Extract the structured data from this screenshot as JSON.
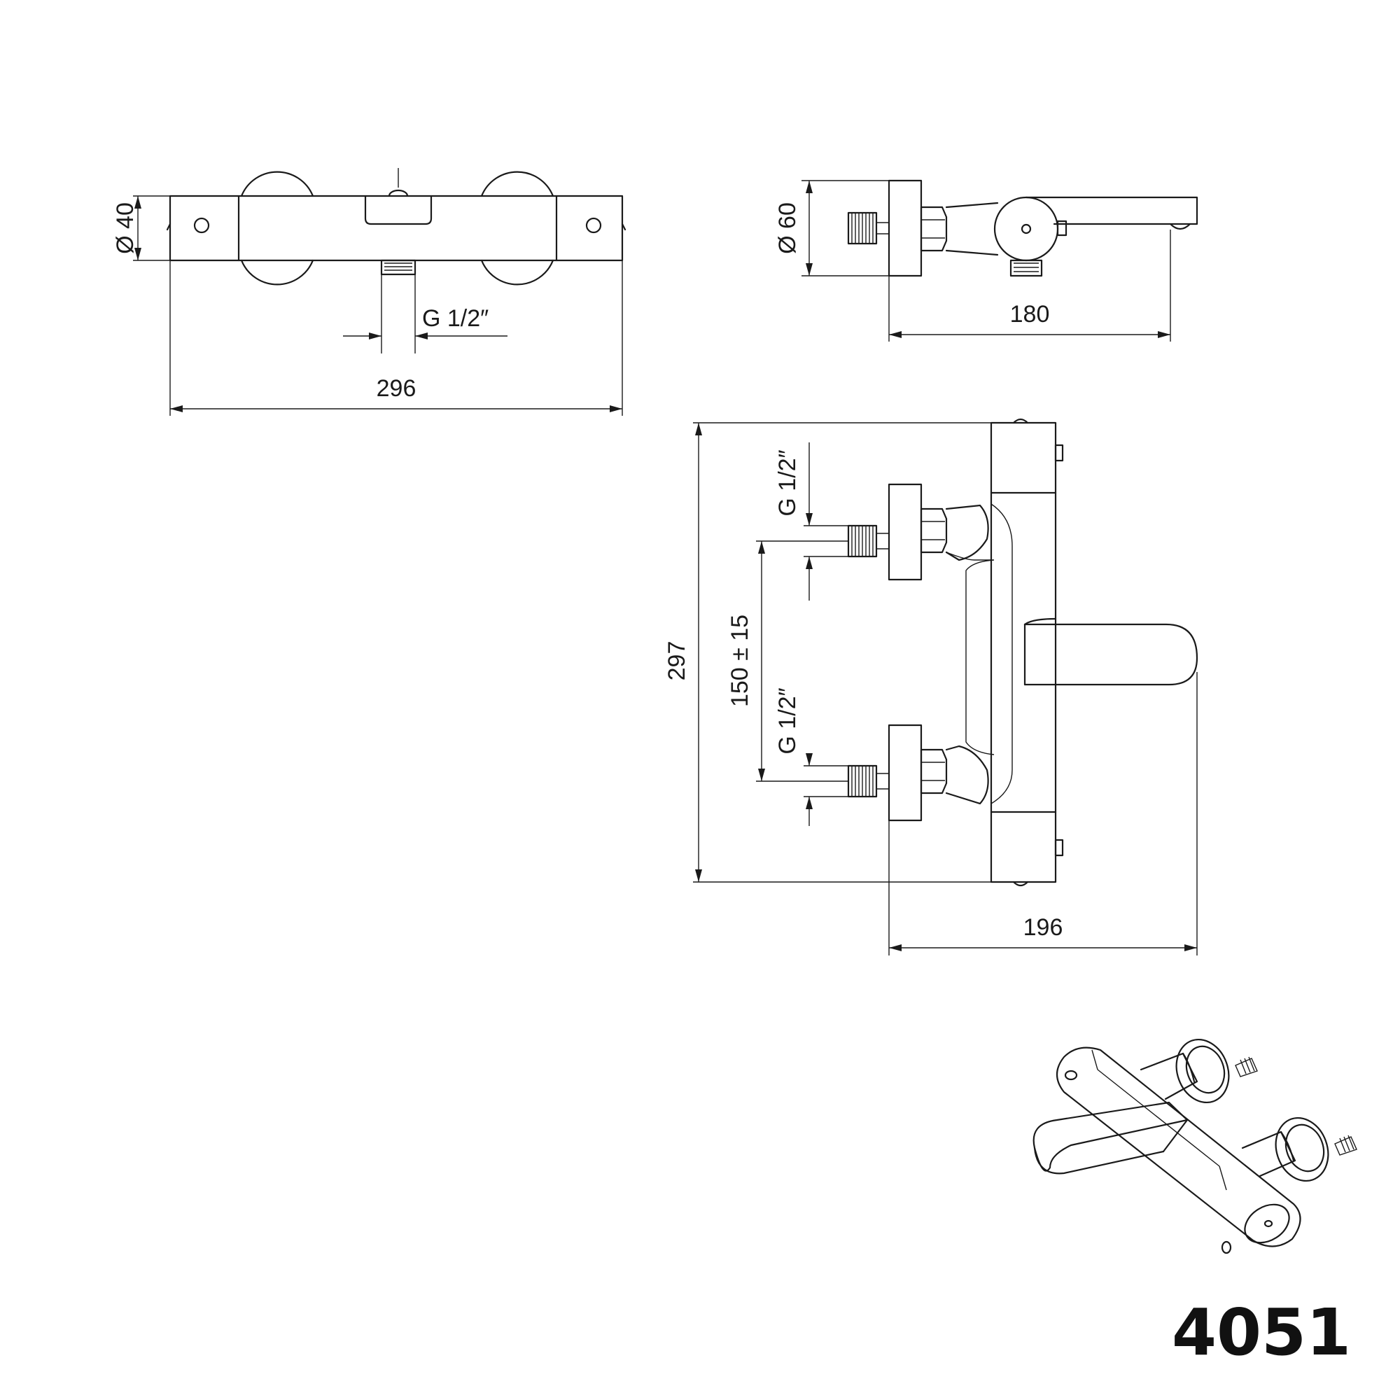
{
  "dimensions": {
    "top_diameter": "Ø 40",
    "top_inlet_thread": "G 1/2″",
    "top_length": "296",
    "side_diameter": "Ø 60",
    "side_depth": "180",
    "front_upper_thread": "G 1/2″",
    "front_lower_thread": "G 1/2″",
    "front_center_distance": "150 ± 15",
    "front_height": "297",
    "front_projection": "196"
  },
  "model_number": "4051",
  "colors": {
    "line": "#1a1a1a",
    "background": "#ffffff"
  }
}
